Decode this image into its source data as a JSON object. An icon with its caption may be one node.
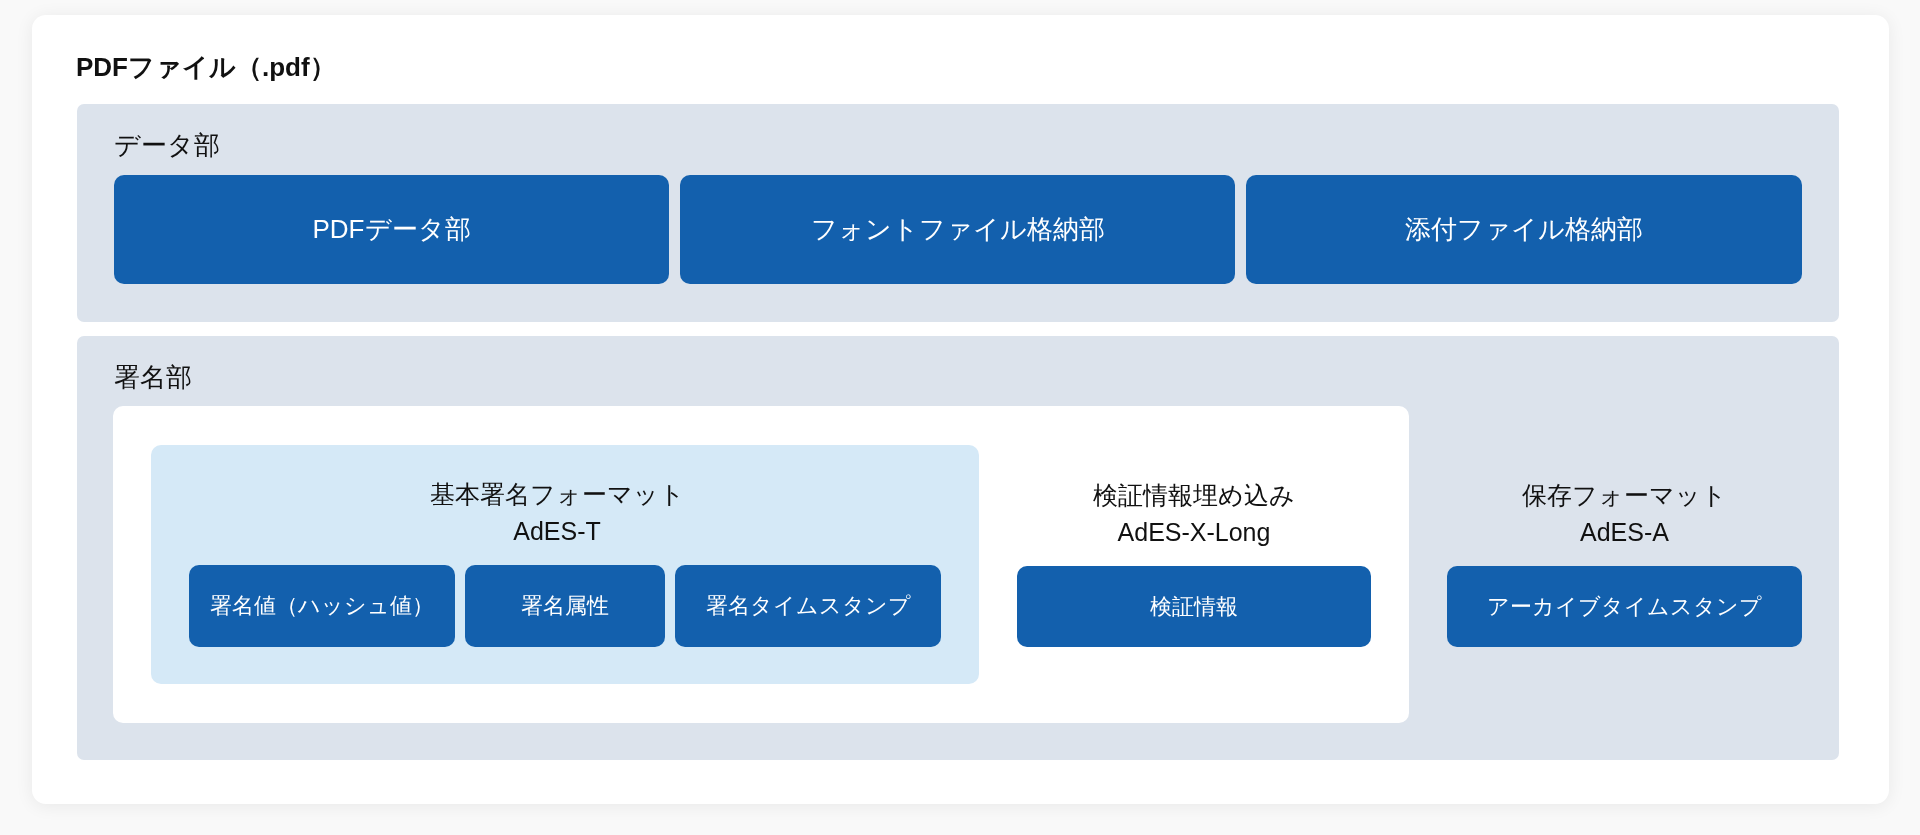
{
  "diagram": {
    "nodes": [
      {
        "text": [
          "PDFファイル（.pdf）"
        ]
      },
      {
        "text": [
          "データ部"
        ],
        "in": 0
      },
      {
        "text": [
          "PDFデータ部"
        ],
        "in": 1
      },
      {
        "text": [
          "フォントファイル格納部"
        ],
        "in": 1
      },
      {
        "text": [
          "添付ファイル格納部"
        ],
        "in": 1
      },
      {
        "text": [
          "署名部",
          "保存フォーマット",
          "AdES-A"
        ],
        "in": 0
      },
      {
        "text": [
          "検証情報埋め込み",
          "AdES-X-Long"
        ],
        "in": 5
      },
      {
        "text": [
          "基本署名フォーマット",
          "AdES-T"
        ],
        "in": 6
      },
      {
        "text": [
          "署名値（ハッシュ値）"
        ],
        "in": 7
      },
      {
        "text": [
          "署名属性"
        ],
        "in": 7
      },
      {
        "text": [
          "署名タイムスタンプ"
        ],
        "in": 7
      },
      {
        "text": [
          "検証情報"
        ],
        "in": 6
      },
      {
        "text": [
          "アーカイブタイムスタンプ"
        ],
        "in": 5
      }
    ]
  }
}
